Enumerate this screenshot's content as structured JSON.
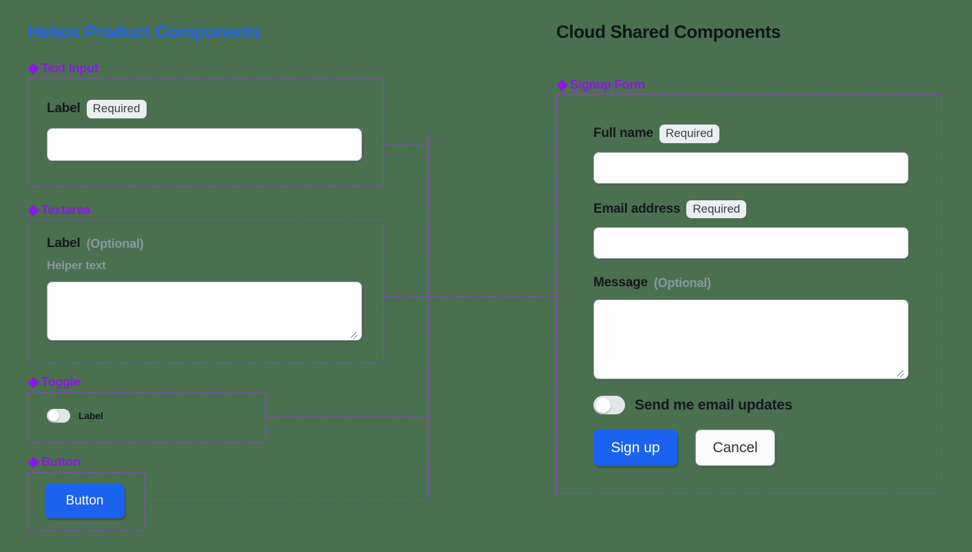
{
  "colors": {
    "background": "#4a7050",
    "left_title": "#2563f0",
    "right_title": "#101418",
    "section_label": "#8b19e0",
    "frame_dashed": "#a23ae0",
    "primary_button": "#1b62f0",
    "pill_background": "#eceef1",
    "muted_text": "#8e979f"
  },
  "left_column": {
    "title": "Helios Product Components",
    "sections": {
      "text_input": {
        "label": "Text Input",
        "icon": "diamond-icon",
        "field": {
          "label": "Label",
          "badge": "Required",
          "value": "",
          "placeholder": ""
        }
      },
      "textarea": {
        "label": "Textarea",
        "icon": "diamond-icon",
        "field": {
          "label": "Label",
          "optional_tag": "(Optional)",
          "helper_text": "Helper text",
          "value": "",
          "placeholder": ""
        }
      },
      "toggle": {
        "label": "Toggle",
        "icon": "diamond-icon",
        "field": {
          "label": "Label",
          "state": "off"
        }
      },
      "button": {
        "label": "Button",
        "icon": "diamond-icon",
        "field": {
          "label": "Button"
        }
      }
    }
  },
  "right_column": {
    "title": "Cloud Shared Components",
    "sections": {
      "signup_form": {
        "label": "Signup Form",
        "icon": "diamond-icon",
        "fields": {
          "full_name": {
            "label": "Full name",
            "badge": "Required",
            "value": "",
            "placeholder": ""
          },
          "email": {
            "label": "Email address",
            "badge": "Required",
            "value": "",
            "placeholder": ""
          },
          "message": {
            "label": "Message",
            "optional_tag": "(Optional)",
            "value": "",
            "placeholder": ""
          },
          "email_updates_toggle": {
            "label": "Send me email updates",
            "state": "off"
          }
        },
        "actions": {
          "submit": "Sign up",
          "cancel": "Cancel"
        }
      }
    }
  }
}
